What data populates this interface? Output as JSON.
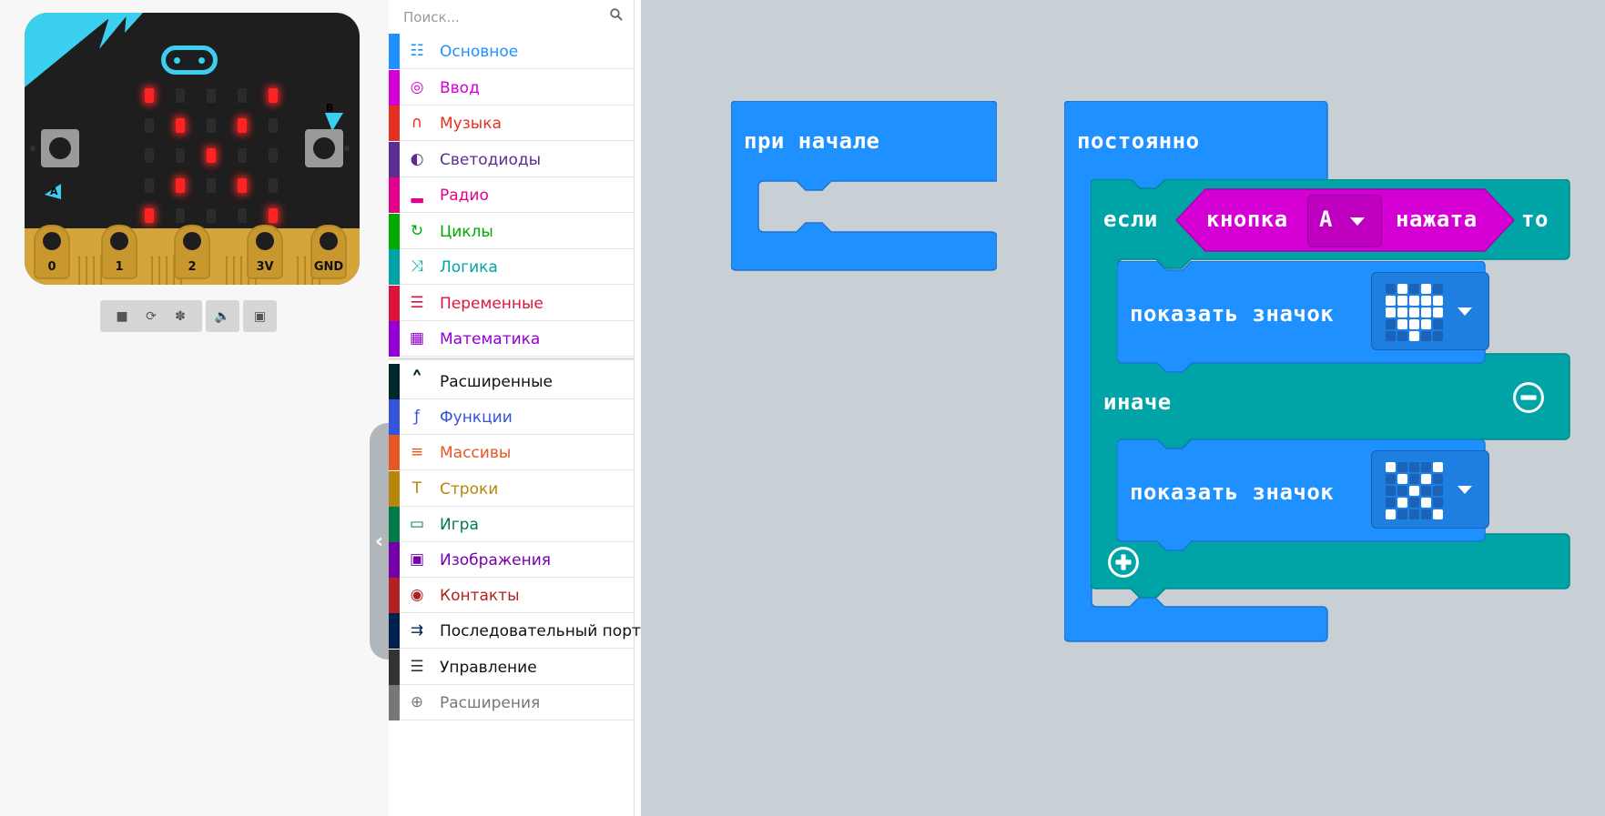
{
  "search": {
    "placeholder": "Поиск..."
  },
  "simulator": {
    "pins": [
      "0",
      "1",
      "2",
      "3V",
      "GND"
    ],
    "buttons": {
      "a": "A",
      "b": "B"
    },
    "led_matrix": [
      [
        1,
        0,
        0,
        0,
        1
      ],
      [
        0,
        1,
        0,
        1,
        0
      ],
      [
        0,
        0,
        1,
        0,
        0
      ],
      [
        0,
        1,
        0,
        1,
        0
      ],
      [
        1,
        0,
        0,
        0,
        1
      ]
    ],
    "toolbar": [
      "stop-icon",
      "restart-icon",
      "debug-icon",
      "mute-icon",
      "fullscreen-icon"
    ]
  },
  "toolbox": {
    "categories": [
      {
        "label": "Основное",
        "color": "#1e90ff",
        "icon": "grid-icon"
      },
      {
        "label": "Ввод",
        "color": "#d400d4",
        "icon": "target-icon"
      },
      {
        "label": "Музыка",
        "color": "#e63022",
        "icon": "headphones-icon"
      },
      {
        "label": "Светодиоды",
        "color": "#5c2d91",
        "icon": "toggle-icon"
      },
      {
        "label": "Радио",
        "color": "#e3008c",
        "icon": "signal-icon"
      },
      {
        "label": "Циклы",
        "color": "#00aa00",
        "icon": "loop-icon"
      },
      {
        "label": "Логика",
        "color": "#00a4a6",
        "icon": "shuffle-icon"
      },
      {
        "label": "Переменные",
        "color": "#dc143c",
        "icon": "list-icon"
      },
      {
        "label": "Математика",
        "color": "#9400d3",
        "icon": "calculator-icon"
      }
    ],
    "advanced": [
      {
        "label": "Расширенные",
        "color": "#00272b",
        "icon": "chevron-up-icon"
      },
      {
        "label": "Функции",
        "color": "#3455db",
        "icon": "function-icon"
      },
      {
        "label": "Массивы",
        "color": "#e65722",
        "icon": "numbered-list-icon"
      },
      {
        "label": "Строки",
        "color": "#b8860b",
        "icon": "text-icon"
      },
      {
        "label": "Игра",
        "color": "#007a4b",
        "icon": "gamepad-icon"
      },
      {
        "label": "Изображения",
        "color": "#7600a8",
        "icon": "image-icon"
      },
      {
        "label": "Контакты",
        "color": "#b22222",
        "icon": "bullseye-icon"
      },
      {
        "label": "Последовательный порт",
        "color": "#002050",
        "icon": "usb-icon"
      },
      {
        "label": "Управление",
        "color": "#333333",
        "icon": "server-icon"
      },
      {
        "label": "Расширения",
        "color": "#777777",
        "icon": "plus-circle-icon"
      }
    ]
  },
  "workspace": {
    "on_start": "при начале",
    "forever": "постоянно",
    "if_label": "если",
    "then_label": "то",
    "button_block": {
      "prefix": "кнопка",
      "value": "A",
      "suffix": "нажата"
    },
    "show_icon_1": "показать значок",
    "show_icon_2": "показать значок",
    "else_label": "иначе",
    "icon_heart": [
      [
        0,
        1,
        0,
        1,
        0
      ],
      [
        1,
        1,
        1,
        1,
        1
      ],
      [
        1,
        1,
        1,
        1,
        1
      ],
      [
        0,
        1,
        1,
        1,
        0
      ],
      [
        0,
        0,
        1,
        0,
        0
      ]
    ],
    "icon_x": [
      [
        1,
        0,
        0,
        0,
        1
      ],
      [
        0,
        1,
        0,
        1,
        0
      ],
      [
        0,
        0,
        1,
        0,
        0
      ],
      [
        0,
        1,
        0,
        1,
        0
      ],
      [
        1,
        0,
        0,
        0,
        1
      ]
    ],
    "colors": {
      "basic": "#1e90ff",
      "logic": "#00a4a6",
      "input": "#d400d4"
    }
  }
}
